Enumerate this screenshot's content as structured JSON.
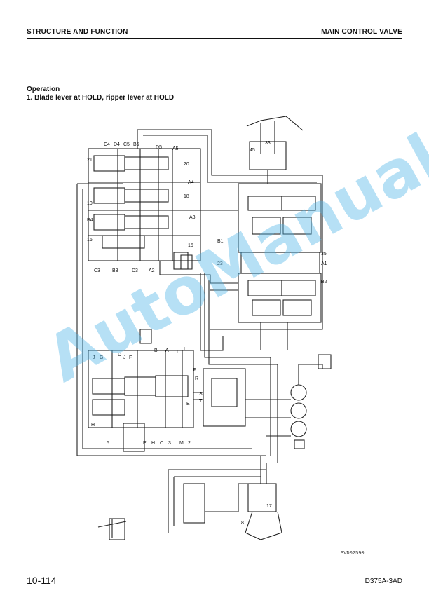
{
  "header": {
    "section": "STRUCTURE AND FUNCTION",
    "topic": "MAIN CONTROL VALVE"
  },
  "operation": {
    "heading": "Operation",
    "step": "1.   Blade lever at HOLD, ripper lever at HOLD"
  },
  "diagram": {
    "drawing_id": "SVD02590",
    "labels_upper": [
      "21",
      "C4",
      "D4",
      "C5",
      "B5",
      "D5",
      "A5",
      "20",
      "A4",
      "18",
      "10",
      "B4",
      "16",
      "C3",
      "B3",
      "D3",
      "A2",
      "A3",
      "15",
      "B1",
      "23",
      "A1",
      "35",
      "B2",
      "45",
      "33"
    ],
    "labels_lower": [
      "J",
      "G",
      "D",
      "J",
      "F",
      "B",
      "A",
      "L",
      "I",
      "F",
      "R",
      "E",
      "S",
      "T",
      "H",
      "5",
      "E",
      "H",
      "C",
      "3",
      "M",
      "2",
      "17",
      "8"
    ]
  },
  "watermark": "AutoManual",
  "footer": {
    "page": "10-114",
    "model": "D375A-3AD"
  }
}
